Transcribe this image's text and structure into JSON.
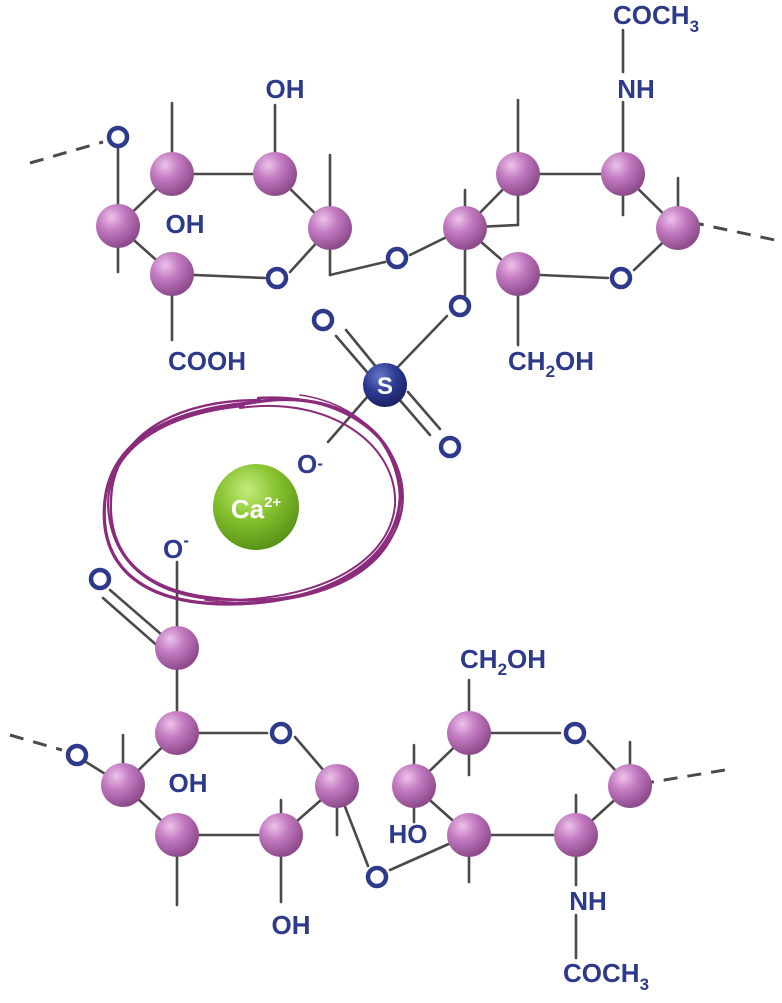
{
  "labels": {
    "oh": "OH",
    "ho": "HO",
    "nh": "NH",
    "cooh": "COOH",
    "coch": "COCH",
    "coch_sub": "3",
    "ch2oh_a": "CH",
    "ch2oh_sub": "2",
    "ch2oh_b": "OH",
    "sulfur": "S",
    "oxygen_minus_base": "O",
    "oxygen_minus_sup": "-",
    "calcium": "Ca",
    "calcium_charge": "2+"
  },
  "colors": {
    "atom_purple": "#b665b4",
    "label_navy": "#2d3a8c",
    "calcium_green": "#7fbf2a",
    "ring_purple": "#8a2b7c"
  }
}
